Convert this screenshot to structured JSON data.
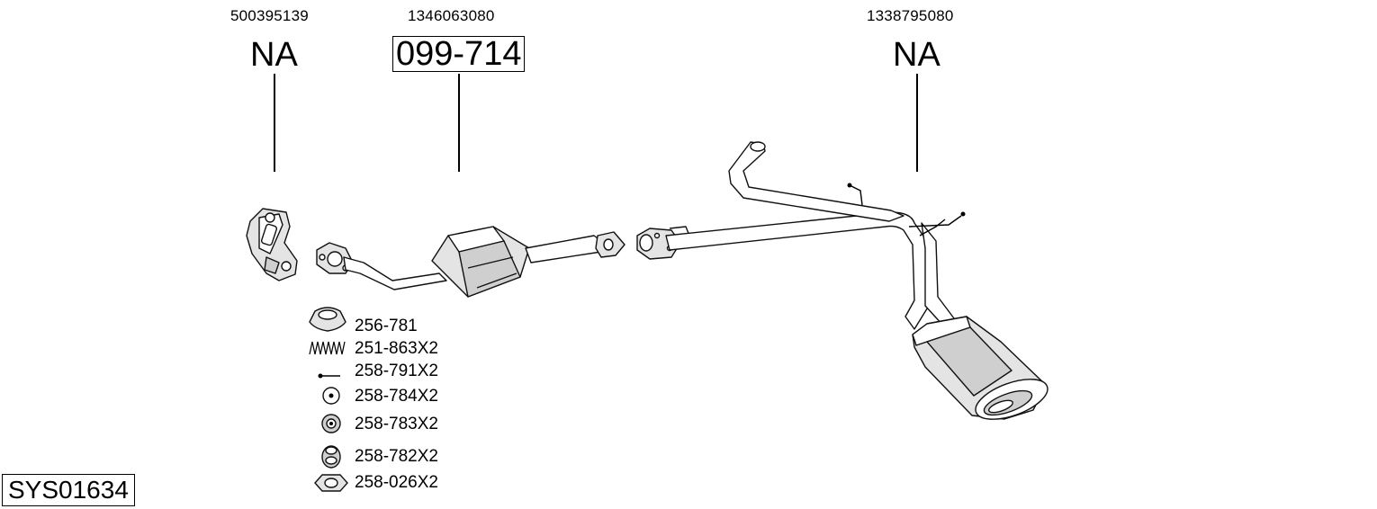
{
  "columns": [
    {
      "oem": "500395139",
      "code": "NA",
      "boxed": false
    },
    {
      "oem": "1346063080",
      "code": "099-714",
      "boxed": true
    },
    {
      "oem": "1338795080",
      "code": "NA",
      "boxed": false
    }
  ],
  "fittings": [
    {
      "label": "256-781",
      "icon": "gasket-ring-icon"
    },
    {
      "label": "251-863X2",
      "icon": "spring-icon"
    },
    {
      "label": "258-791X2",
      "icon": "bolt-icon"
    },
    {
      "label": "258-784X2",
      "icon": "rubber-ring-icon"
    },
    {
      "label": "258-783X2",
      "icon": "rubber-mount-icon"
    },
    {
      "label": "258-782X2",
      "icon": "rubber-hanger-icon"
    },
    {
      "label": "258-026X2",
      "icon": "nut-icon"
    }
  ],
  "system_id": "SYS01634"
}
